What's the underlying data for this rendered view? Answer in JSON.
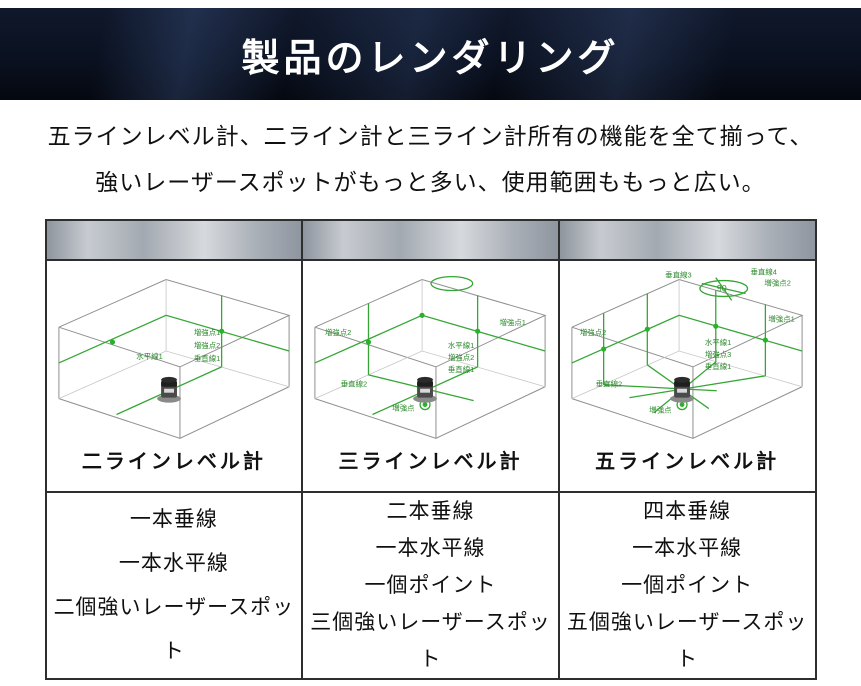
{
  "banner": {
    "title": "製品のレンダリング",
    "bg_color": "#0a1120",
    "text_color": "#ffffff"
  },
  "intro": {
    "line1": "五ラインレベル計、二ライン計と三ライン計所有の機能を全て揃って、",
    "line2": "強いレーザースポットがもっと多い、使用範囲ももっと広い。"
  },
  "colors": {
    "laser_green": "#35a635",
    "label_green": "#2e8b2e",
    "table_border": "#2e2e2e",
    "header_gray": "#a3a9b1"
  },
  "table": {
    "columns": [
      {
        "caption": "二ラインレベル計",
        "features": [
          "一本垂線",
          "一本水平線",
          "二個強いレーザースポット"
        ],
        "labels": {
          "l1": "増強点1",
          "l2": "水平線1",
          "l3": "増強点2",
          "l4": "垂直線1"
        }
      },
      {
        "caption": "三ラインレベル計",
        "features": [
          "二本垂線",
          "一本水平線",
          "一個ポイント",
          "三個強いレーザースポット"
        ],
        "labels": {
          "l1": "増強点2",
          "l2": "垂直線2",
          "l3": "増強点",
          "l4": "水平線1",
          "l5": "増強点2",
          "l6": "増強点1",
          "l7": "垂直線1"
        }
      },
      {
        "caption": "五ラインレベル計",
        "features": [
          "四本垂線",
          "一本水平線",
          "一個ポイント",
          "五個強いレーザースポット"
        ],
        "labels": {
          "l1": "垂直線3",
          "l2": "90",
          "l3": "垂直線4",
          "l4": "増強点2",
          "l5": "増強点2",
          "l6": "垂直線2",
          "l7": "増強点",
          "l8": "水平線1",
          "l9": "増強点1",
          "l10": "増強点3",
          "l11": "垂直線1"
        }
      }
    ]
  }
}
